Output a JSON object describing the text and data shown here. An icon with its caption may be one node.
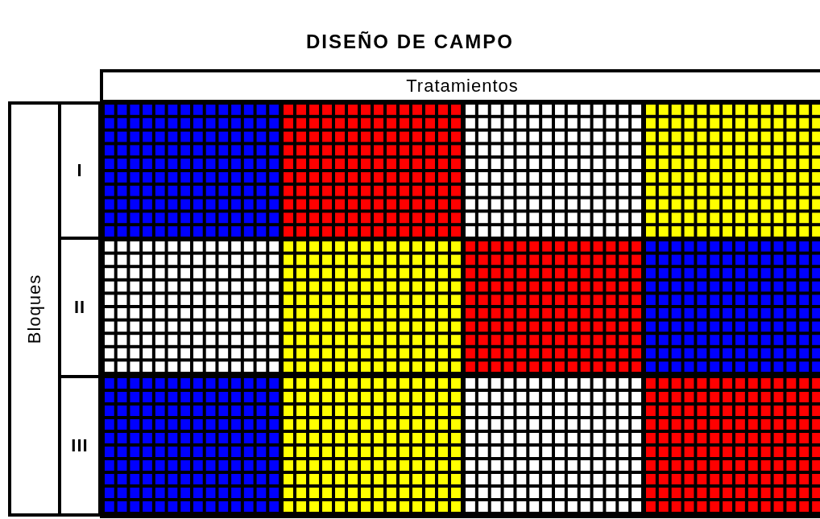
{
  "diagram": {
    "title": "DISEÑO DE CAMPO",
    "nodes": [
      {
        "text": [
          "Tratamientos"
        ]
      },
      {
        "text": [
          "Bloques"
        ]
      },
      {
        "text": [
          "I"
        ]
      },
      {
        "text": [
          "II"
        ]
      },
      {
        "text": [
          "III"
        ]
      },
      {
        "text": [],
        "shape": "grid"
      },
      {
        "text": [],
        "shape": "grid"
      },
      {
        "text": [],
        "shape": "grid"
      },
      {
        "text": [],
        "shape": "grid"
      },
      {
        "text": [],
        "shape": "grid"
      },
      {
        "text": [],
        "shape": "grid"
      },
      {
        "text": [],
        "shape": "grid"
      },
      {
        "text": [],
        "shape": "grid"
      },
      {
        "text": [],
        "shape": "grid"
      },
      {
        "text": [],
        "shape": "grid"
      },
      {
        "text": [],
        "shape": "grid"
      },
      {
        "text": [],
        "shape": "grid"
      }
    ]
  }
}
